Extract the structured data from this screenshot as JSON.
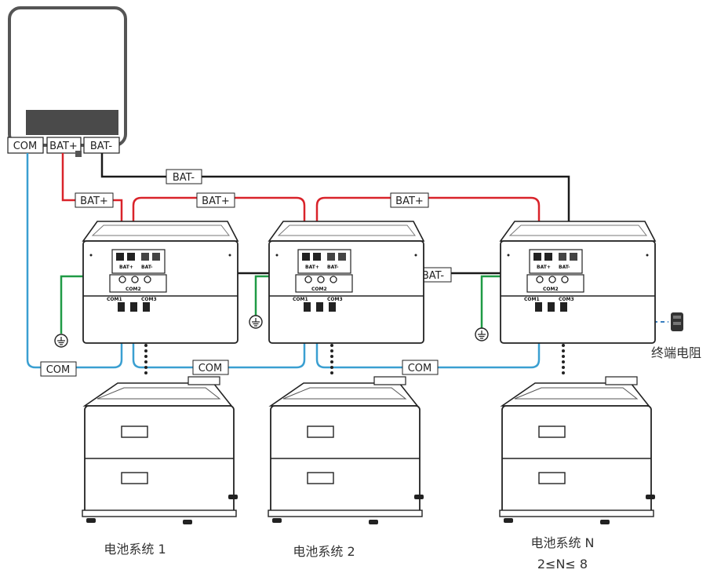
{
  "inverter": {
    "ports": {
      "com": "COM",
      "bat_pos": "BAT+",
      "bat_neg": "BAT-"
    }
  },
  "wires": {
    "bat_neg_label": "BAT-",
    "bat_pos_label": "BAT+",
    "com_label": "COM"
  },
  "battery_ports": {
    "bat_pos": "BAT+",
    "bat_neg": "BAT-",
    "com1": "COM1",
    "com2": "COM2",
    "com3": "COM3"
  },
  "terminator": {
    "label": "终端电阻"
  },
  "systems": [
    {
      "caption": "电池系统 1"
    },
    {
      "caption": "电池系统 2"
    },
    {
      "caption": "电池系统 N",
      "subcaption": "2≤N≤ 8"
    }
  ],
  "colors": {
    "bat_pos_wire": "#d9232a",
    "bat_neg_wire": "#1a1a1a",
    "com_wire": "#3a9fd1",
    "ground_wire": "#1f9a45",
    "terminator_line": "#3a7fc0"
  }
}
